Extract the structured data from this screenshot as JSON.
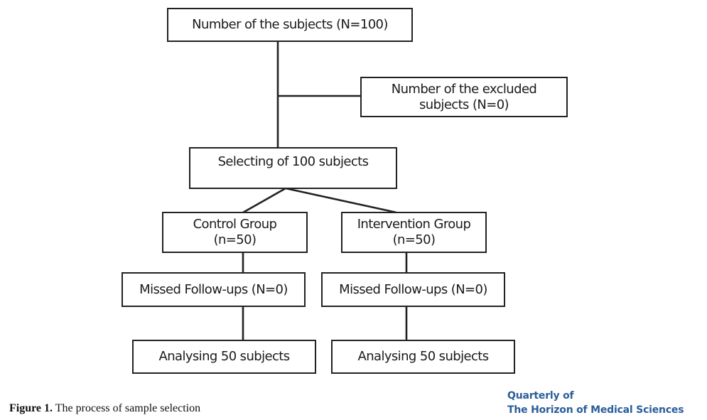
{
  "diagram": {
    "nodes": {
      "total": {
        "lines": [
          "Number of the subjects (N=100)"
        ]
      },
      "excluded": {
        "lines": [
          "Number of the excluded",
          "subjects (N=0)"
        ]
      },
      "selecting": {
        "lines": [
          "Selecting of 100 subjects"
        ]
      },
      "control": {
        "lines": [
          "Control Group",
          "(n=50)"
        ]
      },
      "intervention": {
        "lines": [
          "Intervention Group",
          "(n=50)"
        ]
      },
      "missed_control": {
        "lines": [
          "Missed Follow-ups (N=0)"
        ]
      },
      "missed_intervention": {
        "lines": [
          "Missed Follow-ups (N=0)"
        ]
      },
      "analysing_control": {
        "lines": [
          "Analysing 50 subjects"
        ]
      },
      "analysing_intervention": {
        "lines": [
          "Analysing 50 subjects"
        ]
      }
    },
    "edges": [
      [
        "total",
        "selecting"
      ],
      [
        "total",
        "excluded"
      ],
      [
        "selecting",
        "control"
      ],
      [
        "selecting",
        "intervention"
      ],
      [
        "control",
        "missed_control"
      ],
      [
        "intervention",
        "missed_intervention"
      ],
      [
        "missed_control",
        "analysing_control"
      ],
      [
        "missed_intervention",
        "analysing_intervention"
      ]
    ]
  },
  "caption": {
    "label": "Figure 1.",
    "text": " The process of sample selection"
  },
  "journal": {
    "line1": "Quarterly of",
    "line2": "The Horizon of Medical Sciences"
  }
}
